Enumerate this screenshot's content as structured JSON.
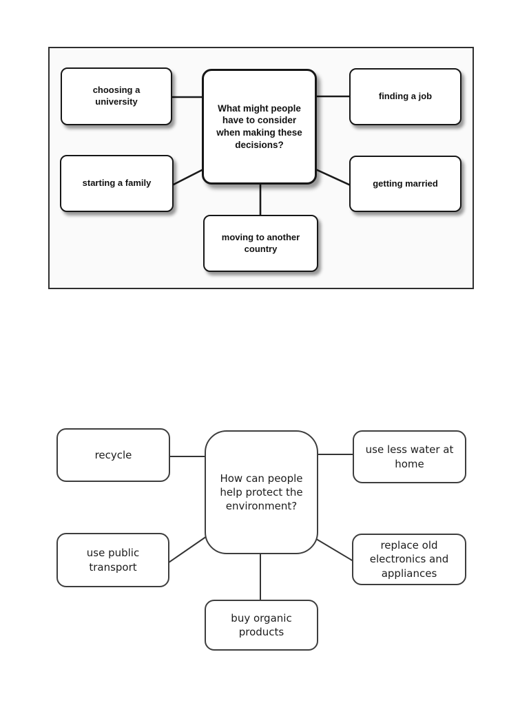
{
  "page": {
    "background_color": "#ffffff"
  },
  "diagrams": [
    {
      "name": "decisions-mind-map",
      "style": {
        "frame_border_color": "#2e2e2e",
        "frame_background": "#fafafa",
        "box_border_color": "#161616",
        "connector_color": "#1a1a1a",
        "text_bold": true
      },
      "center_label": "What might people have to consider when making these decisions?",
      "nodes": [
        {
          "label": "choosing a university",
          "position": "top-left"
        },
        {
          "label": "finding a job",
          "position": "top-right"
        },
        {
          "label": "starting a family",
          "position": "mid-left"
        },
        {
          "label": "getting married",
          "position": "mid-right"
        },
        {
          "label": "moving to another country",
          "position": "bottom-center"
        }
      ]
    },
    {
      "name": "environment-mind-map",
      "style": {
        "box_border_color": "#3d3d3d",
        "connector_color": "#333333",
        "text_bold": false
      },
      "center_label": "How can people help protect the environment?",
      "nodes": [
        {
          "label": "recycle",
          "position": "top-left"
        },
        {
          "label": "use less water at home",
          "position": "top-right"
        },
        {
          "label": "use public transport",
          "position": "mid-left"
        },
        {
          "label": "replace old electronics and appliances",
          "position": "mid-right"
        },
        {
          "label": "buy organic products",
          "position": "bottom-center"
        }
      ]
    }
  ]
}
